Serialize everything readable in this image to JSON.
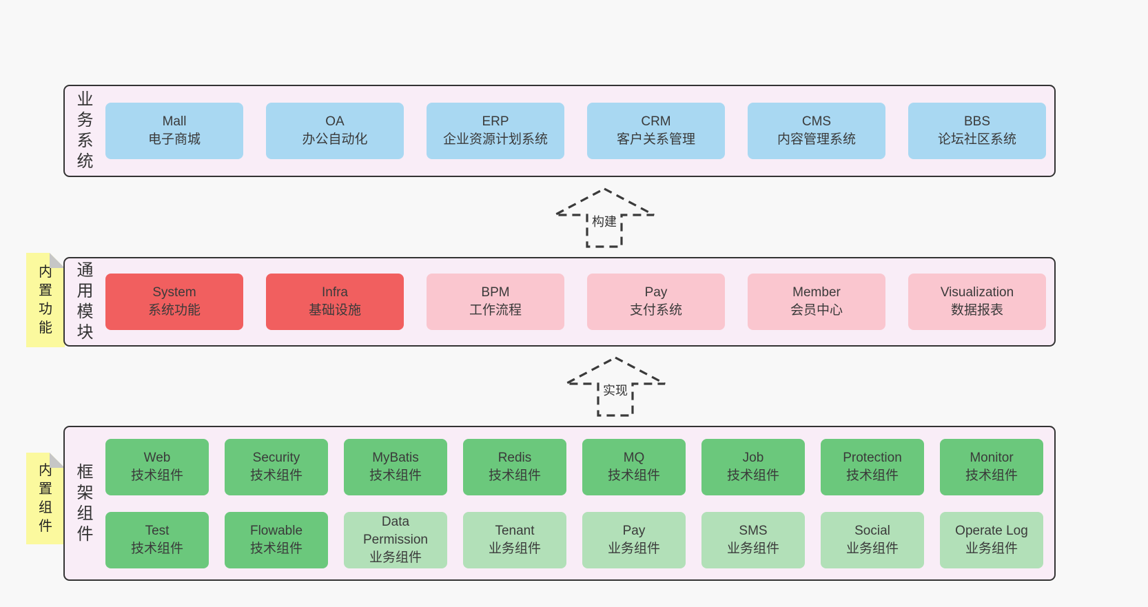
{
  "colors": {
    "page_bg": "#f8f8f8",
    "band_bg": "#f9edf7",
    "band_border": "#333333",
    "blue": "#a9d8f2",
    "red": "#f15f5f",
    "pink": "#fac6cf",
    "green": "#6bc87c",
    "lightgreen": "#b2e0b8",
    "note_yellow": "#fbf99e",
    "note_fold": "#c6c6c6",
    "text": "#3a3a3a",
    "arrow": "#3a3a3a"
  },
  "bands": [
    {
      "label": "业务系统",
      "boxes": [
        {
          "title": "Mall",
          "subtitle": "电子商城",
          "variant": "blue"
        },
        {
          "title": "OA",
          "subtitle": "办公自动化",
          "variant": "blue"
        },
        {
          "title": "ERP",
          "subtitle": "企业资源计划系统",
          "variant": "blue"
        },
        {
          "title": "CRM",
          "subtitle": "客户关系管理",
          "variant": "blue"
        },
        {
          "title": "CMS",
          "subtitle": "内容管理系统",
          "variant": "blue"
        },
        {
          "title": "BBS",
          "subtitle": "论坛社区系统",
          "variant": "blue"
        }
      ]
    },
    {
      "label": "通用模块",
      "note": "内置功能",
      "boxes": [
        {
          "title": "System",
          "subtitle": "系统功能",
          "variant": "red"
        },
        {
          "title": "Infra",
          "subtitle": "基础设施",
          "variant": "red"
        },
        {
          "title": "BPM",
          "subtitle": "工作流程",
          "variant": "pink"
        },
        {
          "title": "Pay",
          "subtitle": "支付系统",
          "variant": "pink"
        },
        {
          "title": "Member",
          "subtitle": "会员中心",
          "variant": "pink"
        },
        {
          "title": "Visualization",
          "subtitle": "数据报表",
          "variant": "pink"
        }
      ]
    },
    {
      "label": "框架组件",
      "note": "内置组件",
      "rows": [
        [
          {
            "title": "Web",
            "subtitle": "技术组件",
            "variant": "green"
          },
          {
            "title": "Security",
            "subtitle": "技术组件",
            "variant": "green"
          },
          {
            "title": "MyBatis",
            "subtitle": "技术组件",
            "variant": "green"
          },
          {
            "title": "Redis",
            "subtitle": "技术组件",
            "variant": "green"
          },
          {
            "title": "MQ",
            "subtitle": "技术组件",
            "variant": "green"
          },
          {
            "title": "Job",
            "subtitle": "技术组件",
            "variant": "green"
          },
          {
            "title": "Protection",
            "subtitle": "技术组件",
            "variant": "green"
          },
          {
            "title": "Monitor",
            "subtitle": "技术组件",
            "variant": "green"
          }
        ],
        [
          {
            "title": "Test",
            "subtitle": "技术组件",
            "variant": "green"
          },
          {
            "title": "Flowable",
            "subtitle": "技术组件",
            "variant": "green"
          },
          {
            "title": "Data Permission",
            "subtitle": "业务组件",
            "variant": "lightgreen"
          },
          {
            "title": "Tenant",
            "subtitle": "业务组件",
            "variant": "lightgreen"
          },
          {
            "title": "Pay",
            "subtitle": "业务组件",
            "variant": "lightgreen"
          },
          {
            "title": "SMS",
            "subtitle": "业务组件",
            "variant": "lightgreen"
          },
          {
            "title": "Social",
            "subtitle": "业务组件",
            "variant": "lightgreen"
          },
          {
            "title": "Operate Log",
            "subtitle": "业务组件",
            "variant": "lightgreen"
          }
        ]
      ]
    }
  ],
  "arrows": [
    {
      "label": "构建"
    },
    {
      "label": "实现"
    }
  ]
}
